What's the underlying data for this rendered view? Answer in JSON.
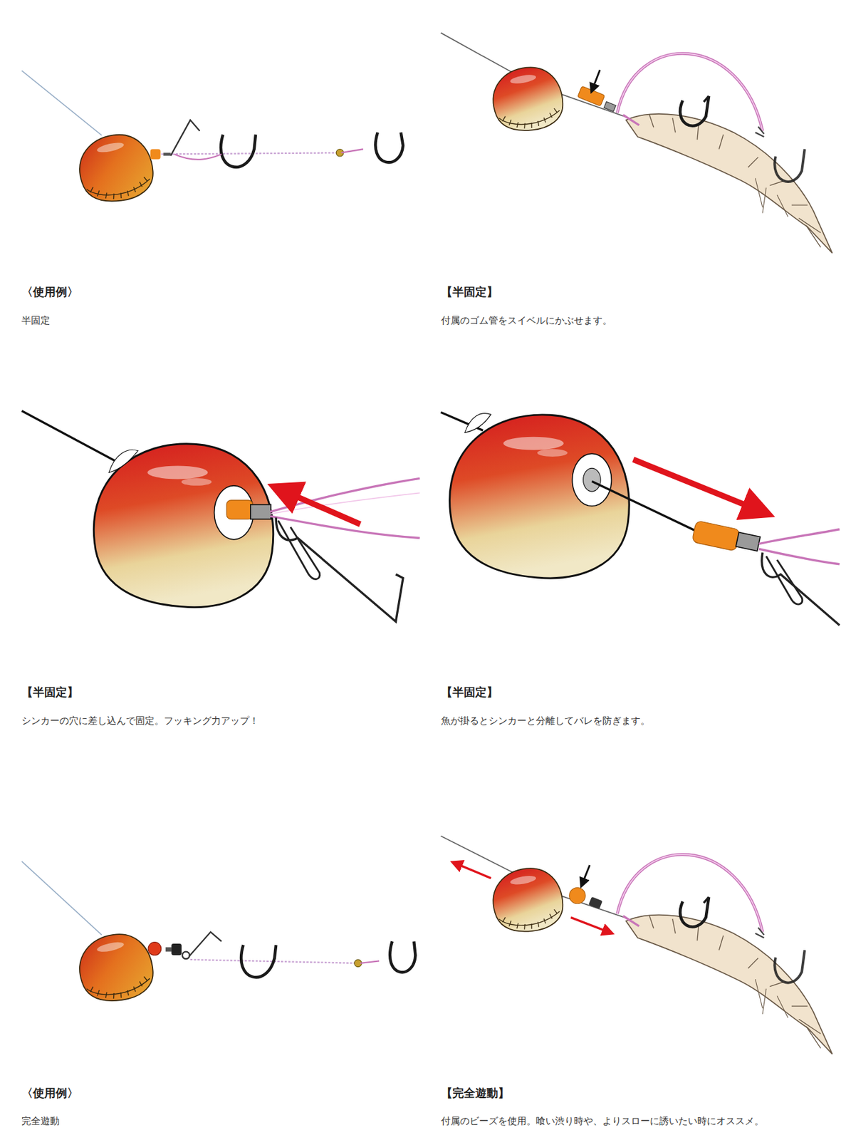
{
  "diagram": {
    "labels": [
      "〈使用例〉",
      "半固定",
      "【半固定】",
      "付属のゴム管をスイベルにかぶせます。",
      "【半固定】",
      "シンカーの穴に差し込んで固定。フッキング力アップ！",
      "【半固定】",
      "魚が掛るとシンカーと分離してバレを防ぎます。",
      "〈使用例〉",
      "完全遊動",
      "【完全遊動】",
      "付属のビーズを使用。喰い渋り時や、よりスローに誘いたい時にオススメ。"
    ]
  }
}
